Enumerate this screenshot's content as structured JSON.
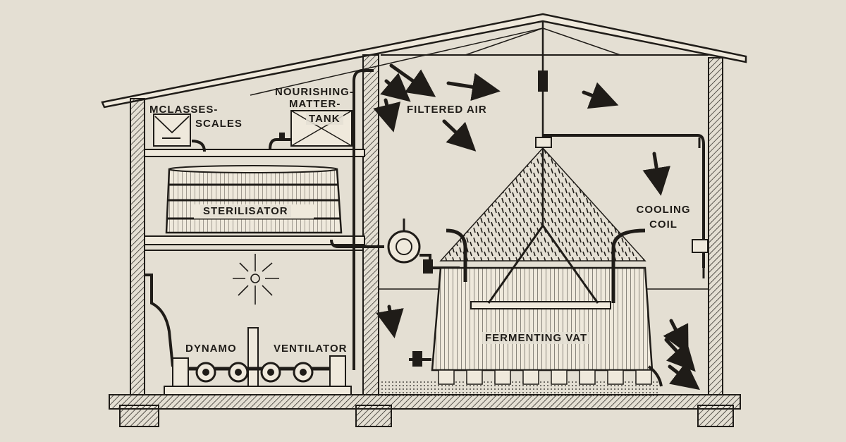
{
  "labels": {
    "molasses": "MCLASSES-",
    "scales": "SCALES",
    "nourishing_1": "NOURISHING-",
    "nourishing_2": "MATTER-",
    "nourishing_3": "TANK",
    "filtered_air": "FILTERED AIR",
    "sterilisator": "STERILISATOR",
    "cooling_1": "COOLING",
    "cooling_2": "COIL",
    "fermenting_vat": "FERMENTING VAT",
    "dynamo": "DYNAMO",
    "ventilator": "VENTILATOR"
  },
  "colors": {
    "paper": "#e4dfd3",
    "ink": "#1f1c18"
  }
}
